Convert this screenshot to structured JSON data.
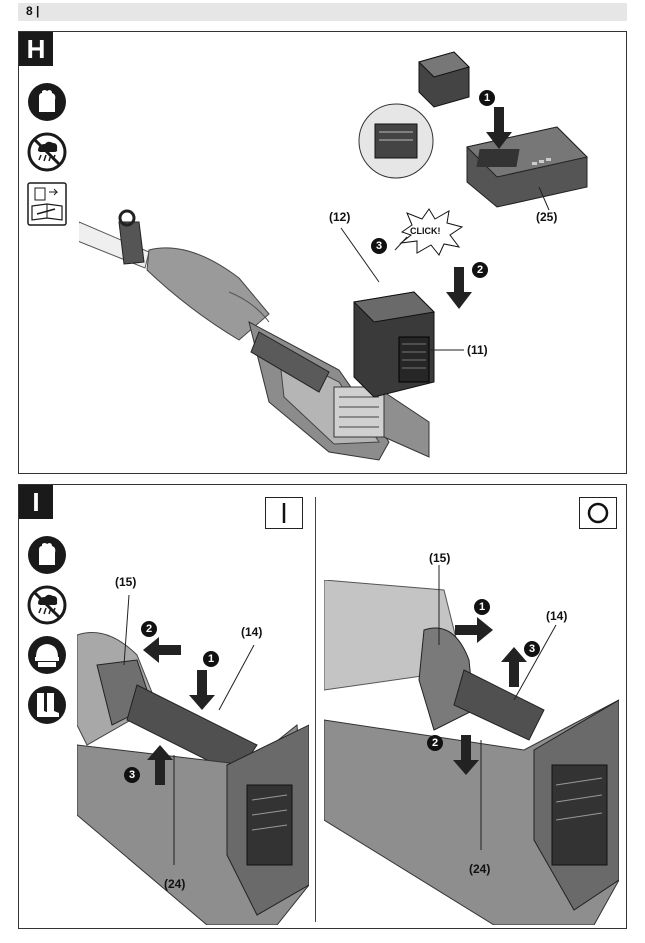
{
  "header": {
    "page_number": "8 |"
  },
  "panel_h": {
    "label": "H",
    "callouts": {
      "c12": "(12)",
      "c11": "(11)",
      "c25": "(25)"
    },
    "steps": {
      "s1": "1",
      "s2": "2",
      "s3": "3"
    },
    "click_text": "CLICK!",
    "icons": [
      "gloves-icon",
      "no-rain-icon",
      "read-manual-icon"
    ]
  },
  "panel_i": {
    "label": "I",
    "left": {
      "state_symbol": "I",
      "callouts": {
        "c15": "(15)",
        "c14": "(14)",
        "c24": "(24)"
      },
      "steps": {
        "s1": "1",
        "s2": "2",
        "s3": "3"
      }
    },
    "right": {
      "state_symbol": "O",
      "callouts": {
        "c15": "(15)",
        "c14": "(14)",
        "c24": "(24)"
      },
      "steps": {
        "s1": "1",
        "s2": "2",
        "s3": "3"
      }
    },
    "icons": [
      "gloves-icon",
      "no-rain-icon",
      "helmet-icon",
      "boots-icon"
    ]
  }
}
